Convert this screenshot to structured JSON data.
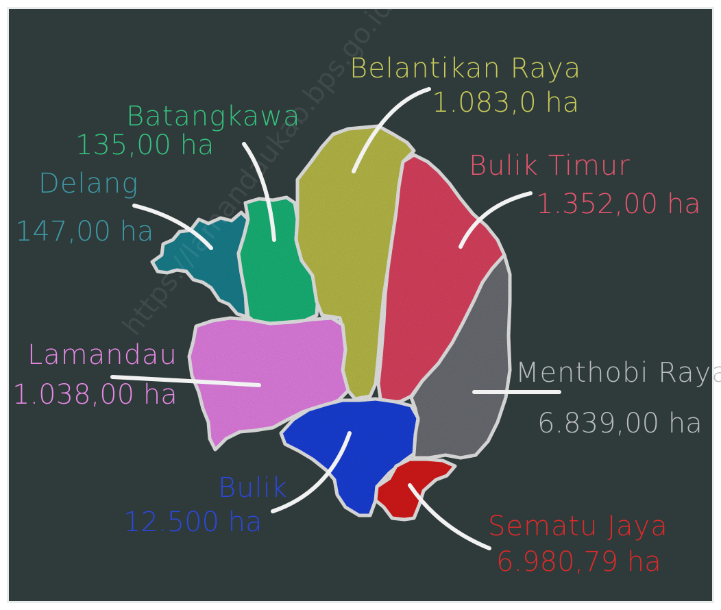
{
  "watermark": "https://lamandaukab.bps.go.id",
  "colors": {
    "background": "#2f3a3a",
    "outline": "#e6e6e6",
    "delang": "#1f7f8c",
    "batangkawa": "#1fb377",
    "belantikan_raya": "#b7b94a",
    "bulik_timur": "#d9435f",
    "menthobi_raya": "#6b6d72",
    "lamandau": "#e07ee0",
    "bulik": "#1b3fd6",
    "sematu_jaya": "#d41f1f"
  },
  "regions": [
    {
      "id": "belantikan-raya",
      "name": "Belantikan Raya",
      "area": "1.083,0 ha",
      "color": "#c9cb5a"
    },
    {
      "id": "batangkawa",
      "name": "Batangkawa",
      "area": "135,00 ha",
      "color": "#35c27f"
    },
    {
      "id": "delang",
      "name": "Delang",
      "area": "147,00 ha",
      "color": "#3d9aa8"
    },
    {
      "id": "bulik-timur",
      "name": "Bulik Timur",
      "area": "1.352,00 ha",
      "color": "#e8566e"
    },
    {
      "id": "lamandau",
      "name": "Lamandau",
      "area": "1.038,00 ha",
      "color": "#e889e6"
    },
    {
      "id": "menthobi-raya",
      "name": "Menthobi Raya",
      "area": "6.839,00 ha",
      "color": "#b9bcbf"
    },
    {
      "id": "bulik",
      "name": "Bulik",
      "area": "12.500 ha",
      "color": "#2b48e0"
    },
    {
      "id": "sematu-jaya",
      "name": "Sematu Jaya",
      "area": "6.980,79 ha",
      "color": "#e02a2a"
    }
  ]
}
